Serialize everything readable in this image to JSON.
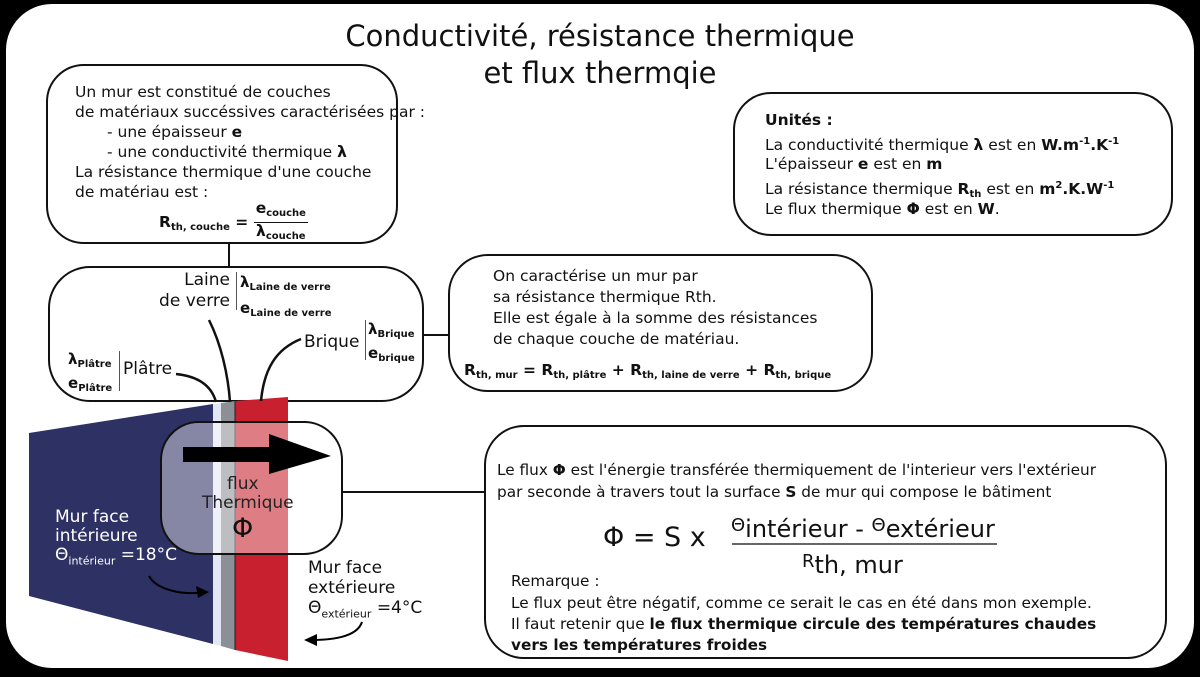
{
  "title": {
    "line1": "Conductivité, résistance thermique",
    "line2": "et flux thermqie"
  },
  "layers_box": {
    "intro1": "Un mur est constitué de couches",
    "intro2": "de matériaux succéssives caractérisées par :",
    "item1_prefix": "- une épaisseur ",
    "item1_sym": "e",
    "item2_prefix": "- une conductivité thermique ",
    "item2_sym": "λ",
    "res1": "La résistance thermique d'une couche",
    "res2": "de matériau est :",
    "formula_lhs": "R",
    "formula_lhs_sub": "th, couche",
    "formula_eq": "=",
    "formula_num": "e",
    "formula_num_sub": "couche",
    "formula_den": "λ",
    "formula_den_sub": "couche"
  },
  "units_box": {
    "heading": "Unités :",
    "l1_prefix": "La conductivité thermique ",
    "l1_sym": "λ",
    "l1_mid": " est en ",
    "l1_unit_a": "W.m",
    "l1_exp_a": "-1",
    "l1_unit_b": ".K",
    "l1_exp_b": "-1",
    "l2_prefix": "L'épaisseur ",
    "l2_sym": "e",
    "l2_mid": " est en ",
    "l2_unit": "m",
    "l3_prefix": "La résistance thermique ",
    "l3_sym": "R",
    "l3_sym_sub": "th",
    "l3_mid": " est en ",
    "l3_unit_a": "m",
    "l3_exp_a": "2",
    "l3_unit_b": ".K.W",
    "l3_exp_b": "-1",
    "l4_prefix": "Le flux thermique ",
    "l4_sym": "Φ",
    "l4_mid": " est en ",
    "l4_unit": "W",
    "l4_end": "."
  },
  "materials_box": {
    "laine_label1": "Laine",
    "laine_label2": "de verre",
    "laine_lambda": "λ",
    "laine_lambda_sub": "Laine de verre",
    "laine_e": "e",
    "laine_e_sub": "Laine de verre",
    "brique_label": "Brique",
    "brique_lambda": "λ",
    "brique_lambda_sub": "Brique",
    "brique_e": "e",
    "brique_e_sub": "brique",
    "platre_label": "Plâtre",
    "platre_lambda": "λ",
    "platre_lambda_sub": "Plâtre",
    "platre_e": "e",
    "platre_e_sub": "Plâtre"
  },
  "wall_resistance_box": {
    "l1": "On caractérise un mur par",
    "l2": "sa résistance thermique Rth.",
    "l3": "Elle est égale à la somme des résistances",
    "l4": "de chaque couche de matériau.",
    "f_r": "R",
    "f_mur_sub": "th, mur",
    "f_eq": "=",
    "f_platre_sub": "th, plâtre",
    "f_plus": "+",
    "f_laine_sub": "th, laine de verre",
    "f_brique_sub": "th, brique"
  },
  "wall_diagram": {
    "flux_label1": "flux",
    "flux_label2": "Thermique",
    "flux_symbol": "Φ",
    "interior_l1": "Mur face",
    "interior_l2": "intérieure",
    "interior_theta": "Θ",
    "interior_theta_sub": "intérieur",
    "interior_value": "=18°C",
    "exterior_l1": "Mur face",
    "exterior_l2": "extérieure",
    "exterior_theta": "Θ",
    "exterior_theta_sub": "extérieur",
    "exterior_value": "=4°C",
    "colors": {
      "interior": "#2e3163",
      "platre": "#e3e6f3",
      "laine": "#8d8f96",
      "brique": "#c8202e"
    }
  },
  "flux_box": {
    "l1_a": "Le flux ",
    "l1_sym": "Φ",
    "l1_b": " est l'énergie transférée thermiquement de l'interieur vers l'extérieur",
    "l2_a": "par seconde à travers tout la surface ",
    "l2_sym": "S",
    "l2_b": " de mur qui compose le bâtiment",
    "f_lhs": "Φ = S x",
    "f_theta1": "Θ",
    "f_int": "intérieur",
    "f_minus": " - ",
    "f_theta2": "Θ",
    "f_ext": "extérieur",
    "f_den_r": "R",
    "f_den_sub": "th, mur",
    "remark": "Remarque :",
    "r1": "Le flux peut être négatif, comme ce serait le cas en été dans mon exemple.",
    "r2_a": "Il faut retenir que ",
    "r2_b": "le flux thermique circule des températures chaudes",
    "r3": "vers les températures froides"
  }
}
